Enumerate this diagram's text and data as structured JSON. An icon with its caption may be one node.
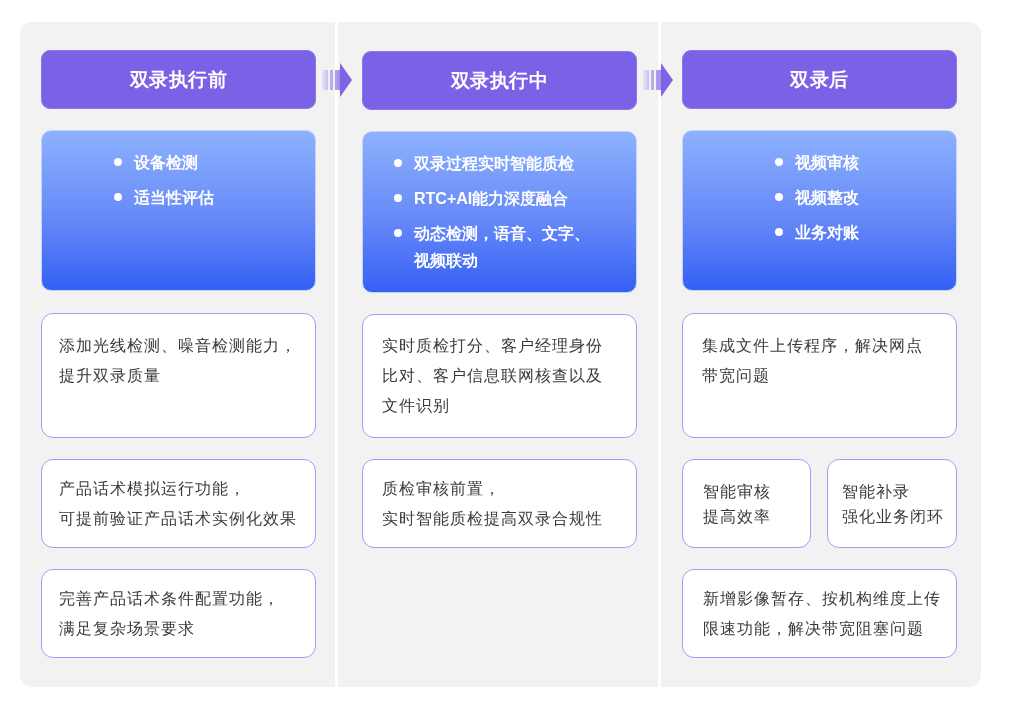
{
  "diagram": {
    "nodes": [
      {
        "text": [
          "双录执行前"
        ]
      },
      {
        "text": [
          "设备检测",
          "适当性评估"
        ]
      },
      {
        "text": [
          "添加光线检测、噪音检测能力，提升双录质量"
        ]
      },
      {
        "text": [
          "产品话术模拟运行功能，可提前验证产品话术实例化效果"
        ]
      },
      {
        "text": [
          "完善产品话术条件配置功能，满足复杂场景要求"
        ]
      },
      {
        "text": [
          "双录执行中"
        ]
      },
      {
        "text": [
          "双录过程实时智能质检",
          "RTC+AI能力深度融合",
          "动态检测，语音、文字、视频联动"
        ]
      },
      {
        "text": [
          "实时质检打分、客户经理身份比对、客户信息联网核查以及文件识别"
        ]
      },
      {
        "text": [
          "质检审核前置，实时智能质检提高双录合规性"
        ]
      },
      {
        "text": [
          "双录后"
        ]
      },
      {
        "text": [
          "视频审核",
          "视频整改",
          "业务对账"
        ]
      },
      {
        "text": [
          "集成文件上传程序，解决网点带宽问题"
        ]
      },
      {
        "text": [
          "智能审核",
          "提高效率"
        ]
      },
      {
        "text": [
          "智能补录",
          "强化业务闭环"
        ]
      },
      {
        "text": [
          "新增影像暂存、按机构维度上传限速功能，解决带宽阻塞问题"
        ]
      }
    ],
    "edges": [
      {
        "from": 0,
        "to": 5,
        "arrow": "to"
      },
      {
        "from": 5,
        "to": 9,
        "arrow": "to"
      }
    ]
  }
}
